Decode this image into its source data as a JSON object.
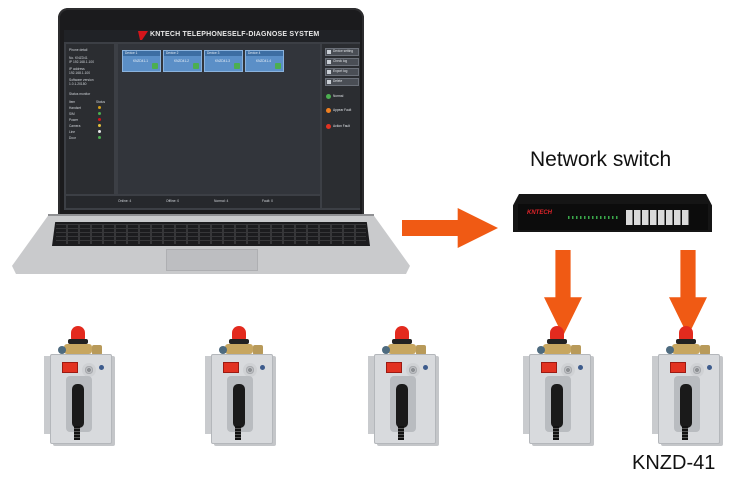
{
  "laptop_app": {
    "title": "KNTECH TELEPHONESELF-DIAGNOSE SYSTEM",
    "left_panel": {
      "heading": "Phone detail",
      "lines": [
        "No. KNZD41",
        "IP 192.168.1.100",
        "IP address",
        "192.168.1.100",
        "Software version",
        "1.0.1.20180"
      ],
      "status_heading": "Status monitor",
      "status_header": [
        "Item",
        "Status"
      ],
      "status_items": [
        {
          "label": "Handset",
          "color": "#d4a017"
        },
        {
          "label": "SIM",
          "color": "#4caf50"
        },
        {
          "label": "Power",
          "color": "#d4151b"
        },
        {
          "label": "Camera",
          "color": "#e0c040"
        },
        {
          "label": "Line",
          "color": "#e8e8e8"
        },
        {
          "label": "Door",
          "color": "#4caf50"
        }
      ]
    },
    "devices": [
      "Device 1",
      "Device 2",
      "Device 3",
      "Device 4"
    ],
    "device_status": [
      "KNZD41-1",
      "KNZD41-2",
      "KNZD41-3",
      "KNZD41-4"
    ],
    "right_panel": {
      "buttons": [
        "Device setting",
        "Check log",
        "Export log",
        "Delete"
      ],
      "legend": [
        {
          "label": "Normal",
          "color": "#4caf50"
        },
        {
          "label": "Appear Fault",
          "color": "#f08020"
        },
        {
          "label": "Action Fault",
          "color": "#e23221"
        }
      ]
    },
    "bottom_bar": [
      "Online: 4",
      "Offline: 0",
      "Normal: 4",
      "Fault: 0"
    ]
  },
  "switch_label": "Network switch",
  "switch_brand": "KNTECH",
  "model_label": "KNZD-41",
  "colors": {
    "arrow": "#f05a14",
    "beacon": "#e32a1e",
    "brand_red": "#d4151b"
  }
}
